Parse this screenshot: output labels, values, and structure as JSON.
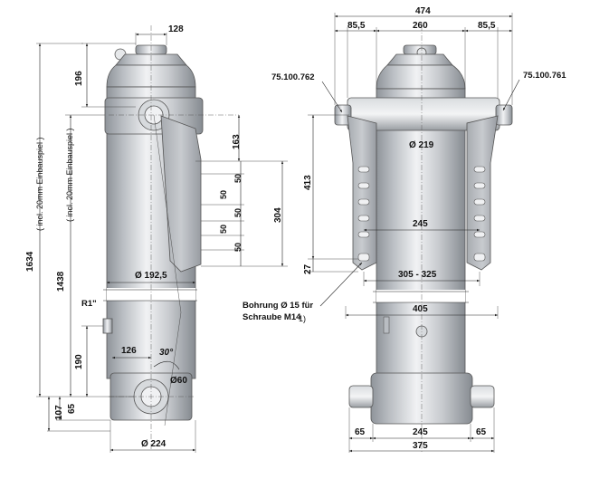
{
  "left_view": {
    "dim_top": "128",
    "dim_196": "196",
    "dim_163": "163",
    "dim_304": "304",
    "dim_50_a": "50",
    "dim_50_b": "50",
    "dim_50_c": "50",
    "dim_50_d": "50",
    "dim_50_e": "50",
    "dim_1634": "1634",
    "dim_1438": "1438",
    "note_outer": "( incl. 20mm Einbauspiel )",
    "note_inner": "( incl. 20mm Einbauspiel )",
    "dia_192": "Ø 192,5",
    "label_r1": "R1\"",
    "dim_126": "126",
    "angle_30": "30°",
    "dia_60": "Ø60",
    "dim_190": "190",
    "dim_65": "65",
    "dim_107": "107",
    "dia_224": "Ø 224"
  },
  "right_view": {
    "dim_474": "474",
    "dim_85_left": "85,5",
    "dim_260": "260",
    "dim_85_right": "85,5",
    "part_left": "75.100.762",
    "part_right": "75.100.761",
    "dia_219": "Ø 219",
    "dim_413": "413",
    "dim_245_mid": "245",
    "dim_27": "27",
    "dim_305_325": "305 - 325",
    "bohrung_line1": "Bohrung Ø 15 für",
    "bohrung_line2": "Schraube M14",
    "bohrung_sup": "1)",
    "dim_405": "405",
    "dim_65_left": "65",
    "dim_245_bottom": "245",
    "dim_65_right": "65",
    "dim_375": "375"
  },
  "colors": {
    "metal_dark": "#8e9398",
    "metal_mid": "#c9ccd0",
    "metal_light": "#eef0f2"
  }
}
